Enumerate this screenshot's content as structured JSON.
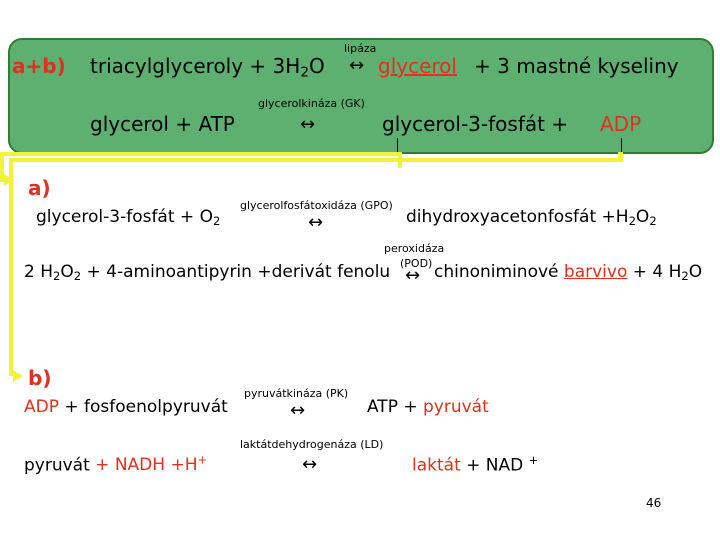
{
  "reaction_ab": {
    "label": "a+b)",
    "reactant": "triacylglyceroly + 3H",
    "reactant_sub": "2",
    "reactant_end": "O",
    "enzyme": "lipáza",
    "arrow": "↔",
    "product_glycerol": "glycerol",
    "product_rest": "+ 3 mastné kyseliny"
  },
  "reaction_gk": {
    "reactants": "glycerol + ATP",
    "enzyme": "glycerolkináza (GK)",
    "arrow": "↔",
    "product": "glycerol-3-fosfát  +",
    "product_adp": "ADP"
  },
  "section_a": {
    "label": "a)",
    "r1_reactant": "glycerol-3-fosfát + O",
    "r1_reactant_sub": "2",
    "r1_enzyme": "glycerolfosfátoxidáza (GPO)",
    "r1_arrow": "↔",
    "r1_product": "dihydroxyacetonfosfát +H",
    "r1_product_sub1": "2",
    "r1_product_o": "O",
    "r1_product_sub2": "2",
    "r2_enzyme_1": "peroxidáza",
    "r2_enzyme_2": "(POD)",
    "r2_num": "2 H",
    "r2_sub1": "2",
    "r2_o": "O",
    "r2_sub2": "2",
    "r2_reactants": "+ 4-aminoantipyrin +derivát fenolu",
    "r2_arrow": "↔",
    "r2_product_pre": "chinoniminové",
    "r2_product_barvivo": "barvivo",
    "r2_product_rest": "+ 4 H",
    "r2_product_sub": "2",
    "r2_product_o": "O"
  },
  "section_b": {
    "label": "b)",
    "r1_adp": "ADP",
    "r1_rest": "+ fosfoenolpyruvát",
    "r1_enzyme": "pyruvátkináza (PK)",
    "r1_arrow": "↔",
    "r1_atp": "ATP +",
    "r1_pyruvat": "pyruvát",
    "r2_pyruvat": "pyruvát",
    "r2_rest": "+ NADH +H",
    "r2_sup": "+",
    "r2_enzyme": "laktátdehydrogenáza (LD)",
    "r2_arrow": "↔",
    "r2_laktat": "laktát",
    "r2_nad": "+ NAD",
    "r2_nad_sup": "+"
  },
  "page_number": "46",
  "colors": {
    "box_fill": "#5db070",
    "box_border": "#2e7d32",
    "connector": "#f2f23a",
    "accent_red": "#e0301e"
  }
}
